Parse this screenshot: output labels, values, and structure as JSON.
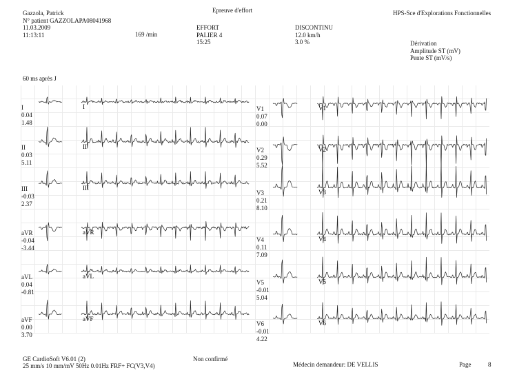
{
  "patient": {
    "name": "Gazzola, Patrick",
    "id_line": "N° patient   GAZZOLAPA08041968",
    "date": "11.03.2009",
    "time": "11:13:11"
  },
  "test_title": "Epreuve d'effort",
  "heart_rate": "169 /min",
  "effort": {
    "label": "EFFORT",
    "stage": "PALIER 4",
    "duration": "15:25"
  },
  "protocol": {
    "label": "DISCONTINU",
    "speed": "12.0 km/h",
    "grade": "3.0 %"
  },
  "hospital": "HPS-Sce d'Explorations Fonctionnelles",
  "legend": {
    "line1": "Dérivation",
    "line2": "Amplitude ST (mV)",
    "line3": "Pente ST (mV/s)"
  },
  "measure_point": "60 ms après J",
  "leads": [
    {
      "name": "I",
      "amp": "0.04",
      "slope": "1.48",
      "strip": "I"
    },
    {
      "name": "II",
      "amp": "0.03",
      "slope": "5.11",
      "strip": "II"
    },
    {
      "name": "III",
      "amp": "-0.03",
      "slope": "2.37",
      "strip": "III"
    },
    {
      "name": "aVR",
      "amp": "-0.04",
      "slope": "-3.44",
      "strip": "aVR"
    },
    {
      "name": "aVL",
      "amp": "0.04",
      "slope": "-0.81",
      "strip": "aVL"
    },
    {
      "name": "aVF",
      "amp": "0.00",
      "slope": "3.70",
      "strip": "aVF"
    },
    {
      "name": "V1",
      "amp": "0.07",
      "slope": "0.00",
      "strip": "V1"
    },
    {
      "name": "V2",
      "amp": "0.29",
      "slope": "5.52",
      "strip": "V2"
    },
    {
      "name": "V3",
      "amp": "0.21",
      "slope": "8.10",
      "strip": "V3"
    },
    {
      "name": "V4",
      "amp": "0.11",
      "slope": "7.09",
      "strip": "V4"
    },
    {
      "name": "V5",
      "amp": "-0.01",
      "slope": "5.04",
      "strip": "V5"
    },
    {
      "name": "V6",
      "amp": "-0.01",
      "slope": "4.22",
      "strip": "V6"
    }
  ],
  "footer": {
    "software": "GE CardioSoft V6.01 (2)",
    "settings": "25 mm/s  10 mm/mV  50Hz  0.01Hz  FRF+  FC(V3,V4)",
    "status": "Non confirmé",
    "physician": "Médecin demandeur: DE VELLIS",
    "page_label": "Page",
    "page_number": "8"
  }
}
